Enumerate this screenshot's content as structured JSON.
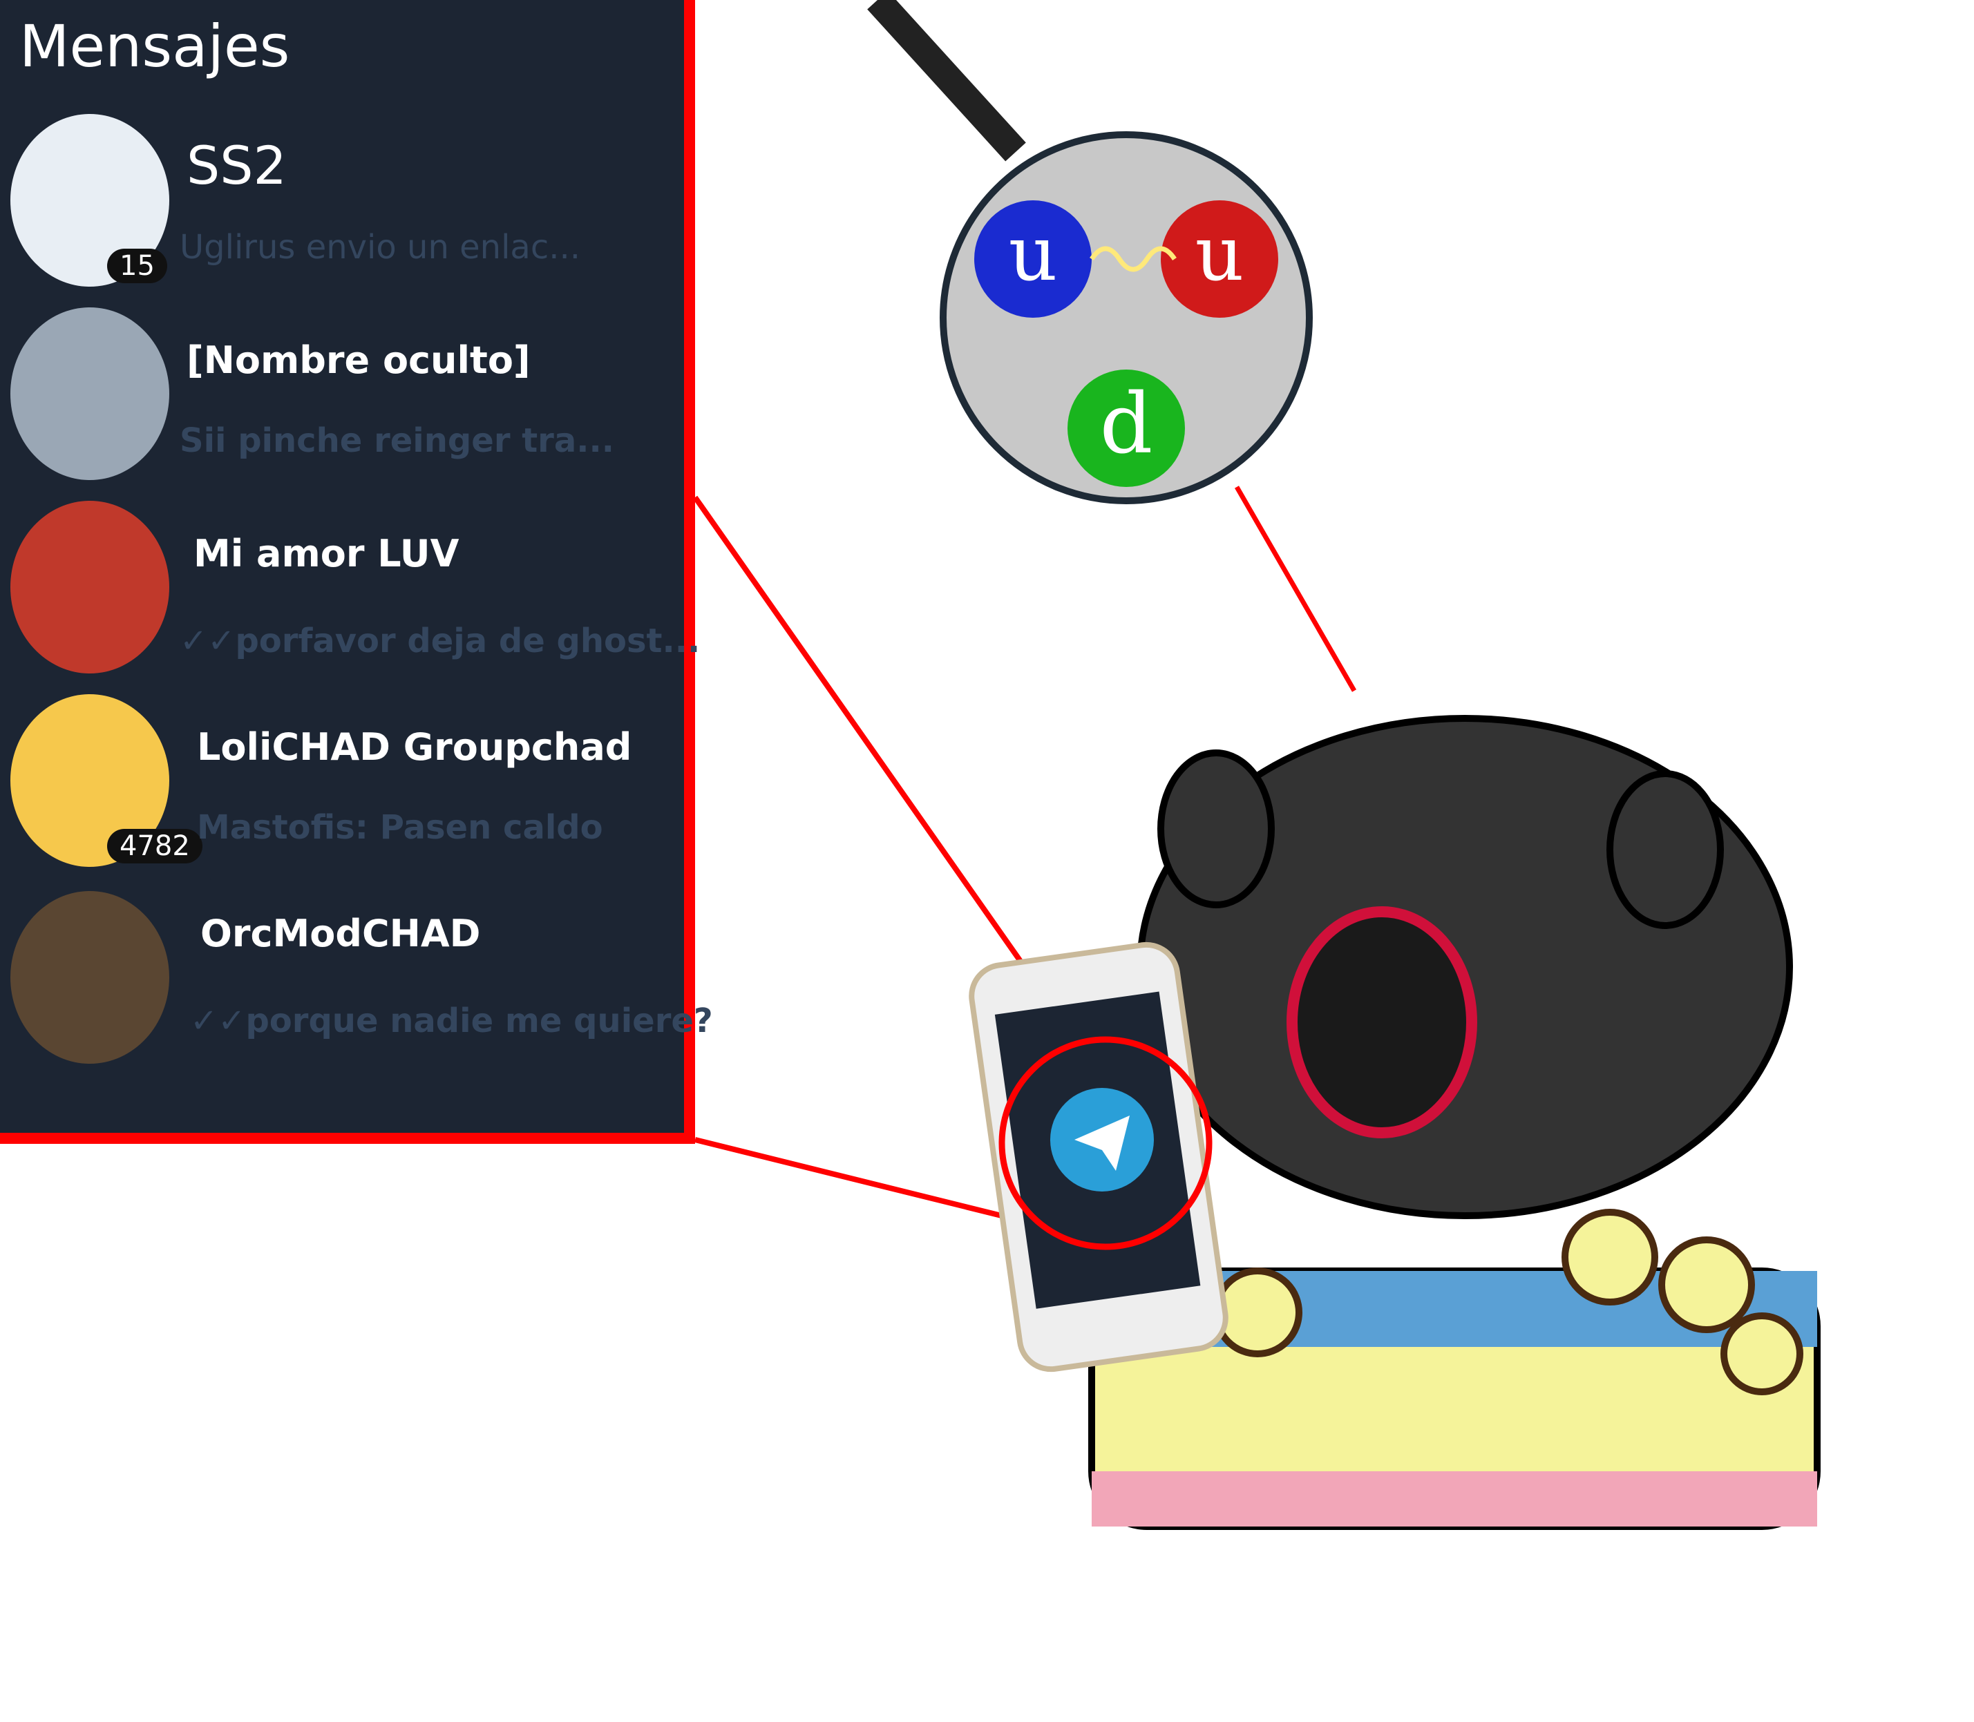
{
  "panel": {
    "title": "Mensajes",
    "chats": [
      {
        "name": "SS2",
        "preview": "Uglirus envio un enlac...",
        "unread": "15",
        "avatar_color": "#e8eef4"
      },
      {
        "name": "[Nombre oculto]",
        "preview": "Sii pinche reinger tra...",
        "unread": null,
        "avatar_color": "#9aa7b5"
      },
      {
        "name": "Mi amor LUV",
        "preview": "✓✓porfavor deja de ghost...",
        "unread": null,
        "avatar_color": "#c0392b"
      },
      {
        "name": "LoliCHAD Groupchad",
        "preview": "Mastofis: Pasen caldo",
        "unread": "4782",
        "avatar_color": "#f6c84c"
      },
      {
        "name": "OrcModCHAD",
        "preview": "✓✓porque nadie me quiere?",
        "unread": null,
        "avatar_color": "#5a4632"
      }
    ]
  },
  "magnifier": {
    "quarks": [
      "u",
      "u",
      "d"
    ],
    "colors": [
      "#1a2bd0",
      "#d01a1a",
      "#19b51e"
    ]
  },
  "colors": {
    "panel_bg": "#1c2533",
    "accent": "#ff0000",
    "telegram": "#2a9fd8"
  }
}
